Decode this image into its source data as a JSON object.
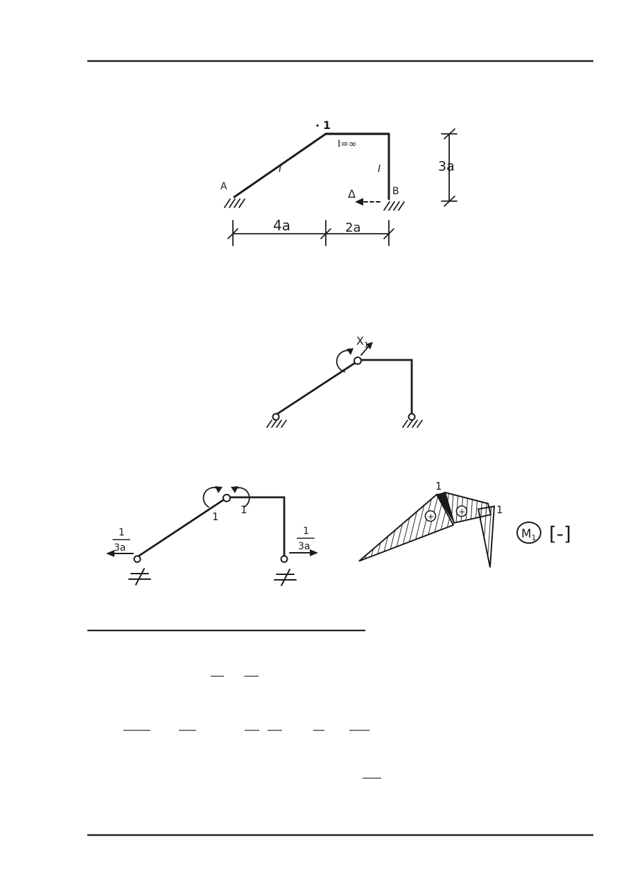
{
  "page": {
    "background": "#ffffff",
    "ink": "#1b1b1b"
  },
  "figure1": {
    "node_label": "1",
    "top_member_label": "I=∞",
    "incline_member_label": "I",
    "column_member_label": "I",
    "support_left_label": "A",
    "support_right_label": "B",
    "displacement_label": "Δ",
    "dim_height": "3a",
    "dim_span_left": "4a",
    "dim_span_right": "2a"
  },
  "figure2": {
    "redundant_label": "X",
    "redundant_sub": "1"
  },
  "figure3": {
    "moment_left_label": "1",
    "moment_right_label": "1",
    "reaction_left_num": "1",
    "reaction_left_den": "3a",
    "reaction_right_num": "1",
    "reaction_right_den": "3a"
  },
  "figure4": {
    "ordinate_top": "1",
    "ordinate_right": "1",
    "sign_left": "+",
    "sign_right": "+",
    "m_label": "M",
    "m_sub": "1",
    "bracket": "[-]"
  }
}
